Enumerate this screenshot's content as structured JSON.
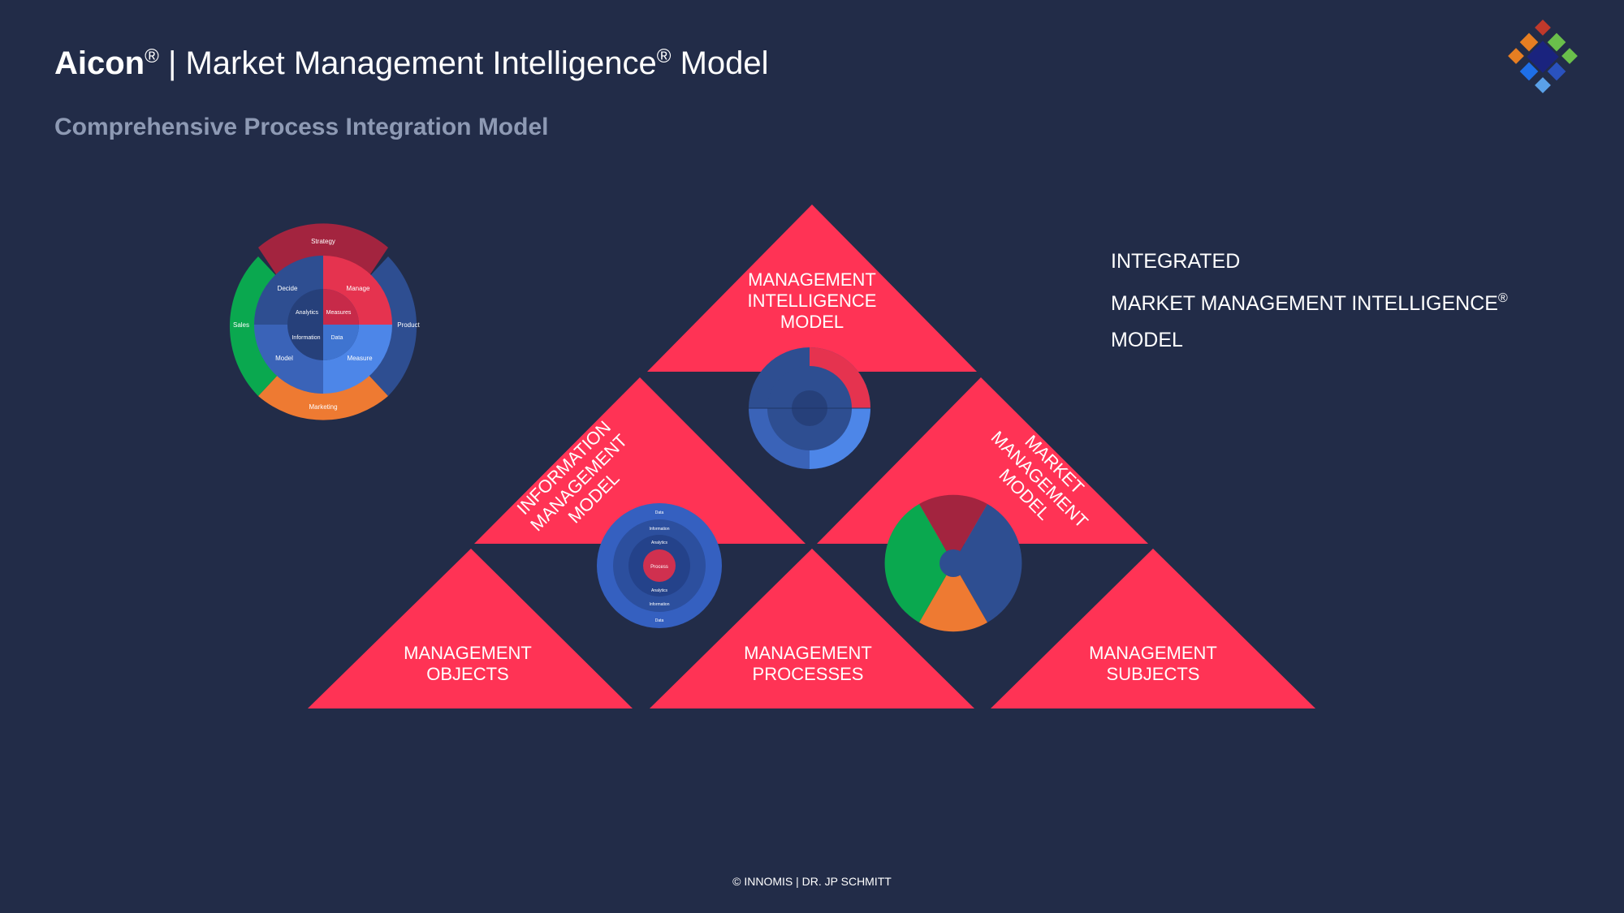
{
  "header": {
    "brand": "Aicon",
    "brand_mark": "®",
    "separator": "|",
    "title": "Market Management Intelligence",
    "title_mark": "®",
    "title_suffix": "Model"
  },
  "subtitle": "Comprehensive Process Integration Model",
  "logo": {
    "icon": "diamond-mosaic-logo",
    "colors": [
      "#c0392b",
      "#e67e22",
      "#6abf4b",
      "#3a7bd5",
      "#1a237e",
      "#5aa0e8"
    ]
  },
  "side_text": {
    "line1": "INTEGRATED",
    "line2": "MARKET MANAGEMENT INTELLIGENCE",
    "line2_mark": "®",
    "line3": "MODEL"
  },
  "triangles": {
    "top": [
      "MANAGEMENT",
      "INTELLIGENCE",
      "MODEL"
    ],
    "left_middle": [
      "INFORMATION",
      "MANAGEMENT",
      "MODEL"
    ],
    "right_middle": [
      "MARKET",
      "MANAGEMENT",
      "MODEL"
    ],
    "bottom_left": [
      "MANAGEMENT",
      "OBJECTS"
    ],
    "bottom_center": [
      "MANAGEMENT",
      "PROCESSES"
    ],
    "bottom_right": [
      "MANAGEMENT",
      "SUBJECTS"
    ]
  },
  "wheel": {
    "outer": {
      "top": "Strategy",
      "right": "Product",
      "bottom": "Marketing",
      "left": "Sales"
    },
    "middle": {
      "tl": "Decide",
      "tr": "Manage",
      "bl": "Model",
      "br": "Measure"
    },
    "inner": {
      "tl": "Analytics",
      "tr": "Measures",
      "bl": "Information",
      "br": "Data"
    }
  },
  "info_rings": {
    "center": "Process",
    "upper_1": "Analytics",
    "upper_2": "Information",
    "upper_3": "Data",
    "lower_1": "Analytics",
    "lower_2": "Information",
    "lower_3": "Data"
  },
  "colors": {
    "background": "#222c48",
    "triangle": "#ff3355",
    "subtitle": "#8e9ab4",
    "red": "#a3243f",
    "red_light": "#e5334f",
    "blue_dark": "#2e4e91",
    "blue_mid": "#3a63b8",
    "blue_light": "#4d86e8",
    "green": "#0aa84f",
    "orange": "#ee7a32"
  },
  "footer": "© INNOMIS | DR. JP SCHMITT"
}
